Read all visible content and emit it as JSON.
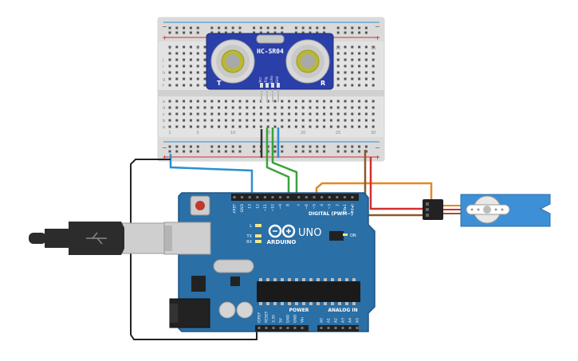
{
  "breadboard": {
    "rail_plus": "+",
    "rail_minus": "−",
    "row_letters_top": [
      "a",
      "b",
      "c",
      "d",
      "e",
      "f",
      "g",
      "h",
      "i",
      "j"
    ],
    "col_numbers": [
      "1",
      "5",
      "10",
      "15",
      "20",
      "25",
      "30"
    ]
  },
  "sensor": {
    "model": "HC-SR04",
    "left_label": "T",
    "right_label": "R",
    "pins": [
      "Vcc",
      "Trig",
      "Echo",
      "Gnd"
    ]
  },
  "arduino": {
    "brand": "ARDUINO",
    "model": "UNO",
    "digital_label": "DIGITAL (PWM~)",
    "power_label": "POWER",
    "analog_label": "ANALOG IN",
    "on_label": "ON",
    "led_labels": [
      "L",
      "TX",
      "RX"
    ],
    "top_pins": [
      "AREF",
      "GND",
      "13",
      "12",
      "~11",
      "~10",
      "~9",
      "8",
      "7",
      "~6",
      "~5",
      "4",
      "~3",
      "2",
      "TX▸1",
      "RX◂0"
    ],
    "power_pins": [
      "IOREF",
      "RESET",
      "3.3V",
      "5V",
      "GND",
      "GND",
      "Vin"
    ],
    "analog_pins": [
      "A0",
      "A1",
      "A2",
      "A3",
      "A4",
      "A5"
    ]
  },
  "colors": {
    "board": "#2A6FA6",
    "board_dark": "#1E5585",
    "breadboard": "#E6E6E6",
    "wire_black": "#333333",
    "wire_blue": "#2C8FD1",
    "wire_green": "#3AA23A",
    "wire_orange": "#E5891F",
    "wire_red": "#D32F2F",
    "wire_brown": "#8B5A2B",
    "sensor_board": "#2B3FA8",
    "servo_body": "#3D8FD6"
  }
}
